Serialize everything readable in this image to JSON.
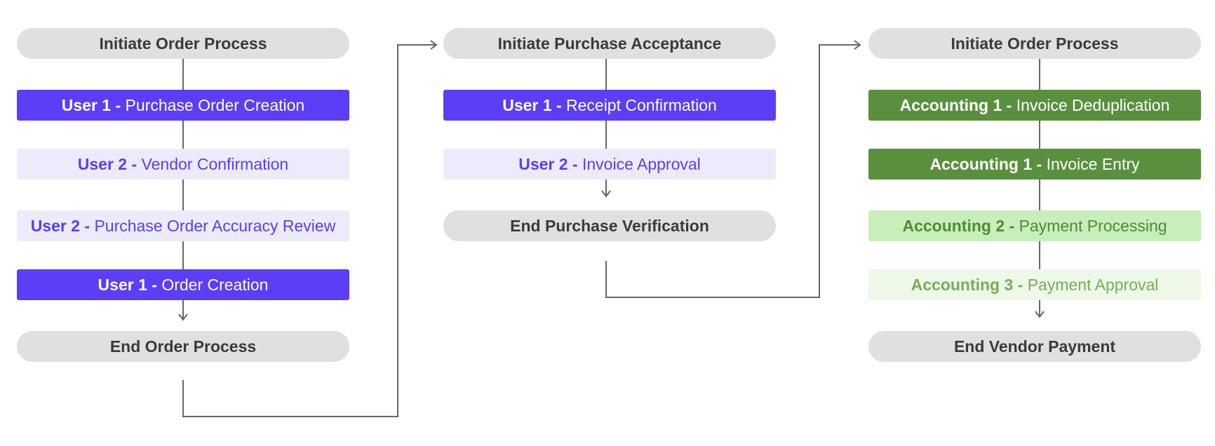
{
  "columns": [
    {
      "start": "Initiate Order Process",
      "steps": [
        {
          "role": "User 1",
          "sep": " - ",
          "task": "Purchase Order Creation"
        },
        {
          "role": "User 2",
          "sep": " - ",
          "task": "Vendor Confirmation"
        },
        {
          "role": "User 2 -",
          "sep": " ",
          "task": "Purchase Order Accuracy Review"
        },
        {
          "role": "User 1 -",
          "sep": " ",
          "task": "Order Creation"
        }
      ],
      "end": "End Order Process"
    },
    {
      "start": "Initiate Purchase Acceptance",
      "steps": [
        {
          "role": "User 1 -",
          "sep": " ",
          "task": "Receipt Confirmation"
        },
        {
          "role": "User 2 -",
          "sep": " ",
          "task": "Invoice Approval"
        }
      ],
      "end": "End Purchase Verification"
    },
    {
      "start": "Initiate Order Process",
      "steps": [
        {
          "role": "Accounting 1",
          "sep": " - ",
          "task": "Invoice Deduplication"
        },
        {
          "role": "Accounting 1 -",
          "sep": " ",
          "task": "Invoice Entry"
        },
        {
          "role": "Accounting 2 -",
          "sep": " ",
          "task": "Payment Processing"
        },
        {
          "role": "Accounting 3 -",
          "sep": " ",
          "task": "Payment Approval"
        }
      ],
      "end": "End Vendor Payment"
    }
  ],
  "colors": {
    "violet_dark": "#5b3ef5",
    "violet_light": "#ecebfc",
    "green_dark": "#5a8f3e",
    "green_mid": "#c7eebb",
    "green_light": "#edf8e8",
    "terminal": "#e0e0e0",
    "connector": "#666666"
  }
}
